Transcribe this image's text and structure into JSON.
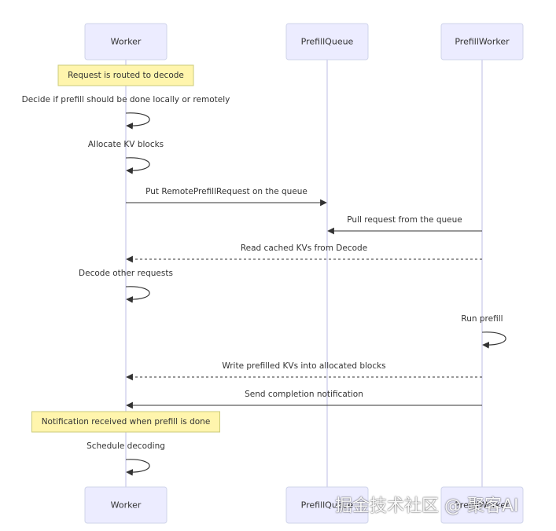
{
  "diagram": {
    "participants": [
      {
        "id": "worker",
        "label": "Worker"
      },
      {
        "id": "queue",
        "label": "PrefillQueue"
      },
      {
        "id": "pworker",
        "label": "PrefillWorker"
      }
    ],
    "steps": [
      {
        "kind": "note",
        "over": "worker",
        "text": "Request is routed to decode"
      },
      {
        "kind": "self",
        "actor": "worker",
        "text": "Decide if prefill should be done locally or remotely"
      },
      {
        "kind": "self",
        "actor": "worker",
        "text": "Allocate KV blocks"
      },
      {
        "kind": "message",
        "from": "worker",
        "to": "queue",
        "style": "solid",
        "text": "Put RemotePrefillRequest on the queue"
      },
      {
        "kind": "message",
        "from": "pworker",
        "to": "queue",
        "style": "solid",
        "text": "Pull request from the queue"
      },
      {
        "kind": "message",
        "from": "pworker",
        "to": "worker",
        "style": "dotted",
        "text": "Read cached KVs from Decode"
      },
      {
        "kind": "self",
        "actor": "worker",
        "text": "Decode other requests"
      },
      {
        "kind": "self",
        "actor": "pworker",
        "text": "Run prefill"
      },
      {
        "kind": "message",
        "from": "pworker",
        "to": "worker",
        "style": "dotted",
        "text": "Write prefilled KVs into allocated blocks"
      },
      {
        "kind": "message",
        "from": "pworker",
        "to": "worker",
        "style": "solid",
        "text": "Send completion notification"
      },
      {
        "kind": "note",
        "over": "worker",
        "text": "Notification received when prefill is done"
      },
      {
        "kind": "self",
        "actor": "worker",
        "text": "Schedule decoding"
      }
    ]
  },
  "watermark": "掘金技术社区 @ 聚客AI",
  "colors": {
    "actor_fill": "#ececff",
    "actor_stroke": "#cfd4ea",
    "lifeline": "#c9c9e8",
    "note_fill": "#fff5ad",
    "note_stroke": "#cbcb7a",
    "line": "#333333"
  }
}
